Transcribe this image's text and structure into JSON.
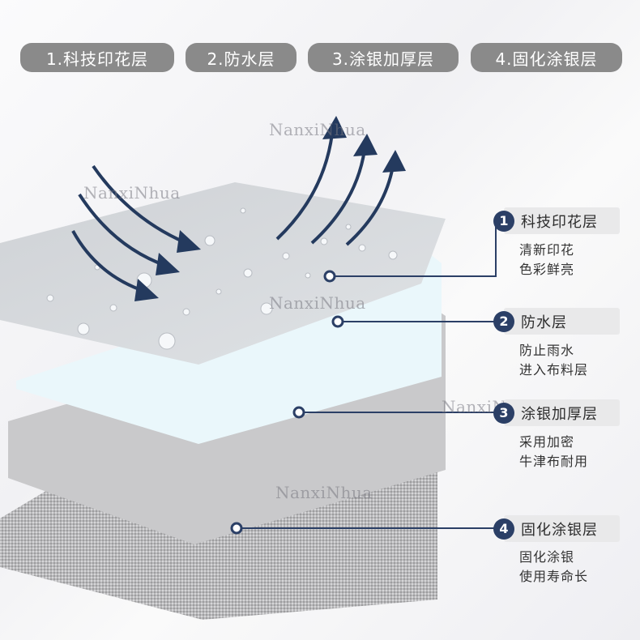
{
  "tabs": [
    "1.科技印花层",
    "2.防水层",
    "3.涂银加厚层",
    "4.固化涂银层"
  ],
  "watermark": "NanxiNhua",
  "callouts": [
    {
      "num": "1",
      "label": "科技印花层",
      "desc1": "清新印花",
      "desc2": "色彩鲜亮"
    },
    {
      "num": "2",
      "label": "防水层",
      "desc1": "防止雨水",
      "desc2": "进入布料层"
    },
    {
      "num": "3",
      "label": "涂银加厚层",
      "desc1": "采用加密",
      "desc2": "牛津布耐用"
    },
    {
      "num": "4",
      "label": "固化涂银层",
      "desc1": "固化涂银",
      "desc2": "使用寿命长"
    }
  ],
  "colors": {
    "accent": "#2b3f66",
    "tab_bg": "#8a8a8a",
    "callout_bg": "#e9e9ea"
  },
  "icons": [
    "wind-arrow-icon",
    "vapor-arrow-icon"
  ]
}
